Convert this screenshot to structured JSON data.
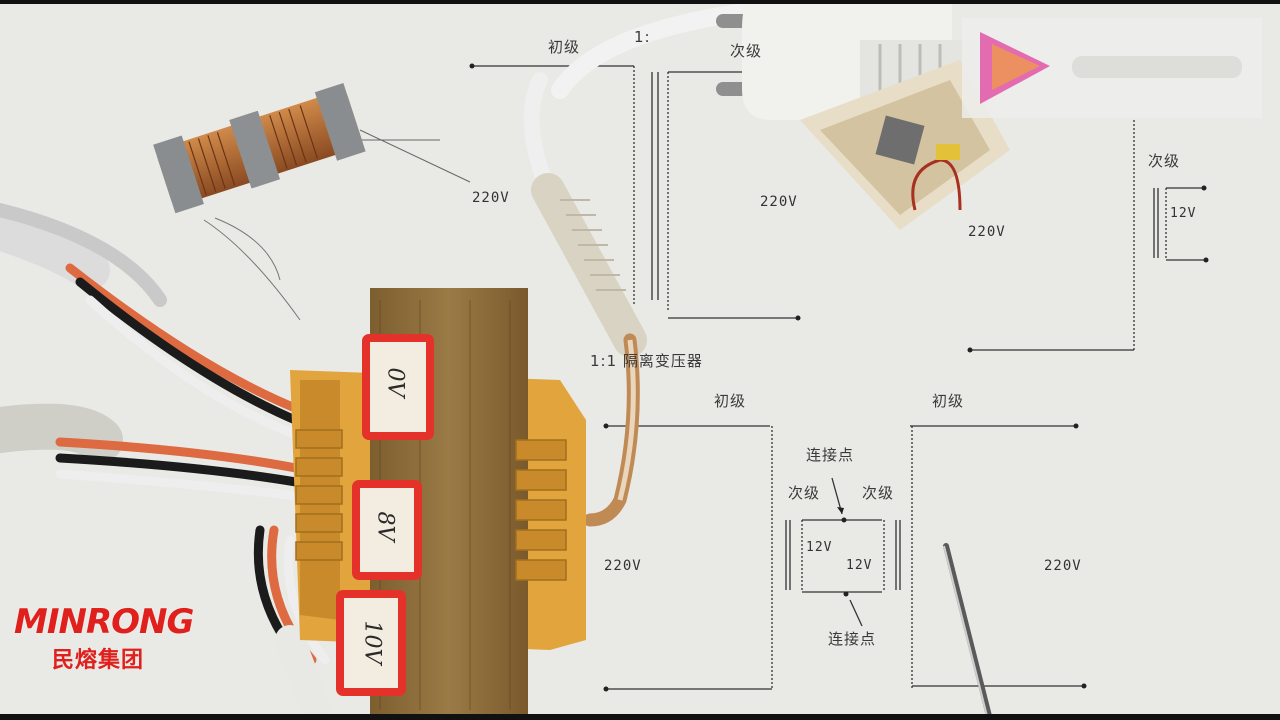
{
  "labels": {
    "top_ratio": "1:",
    "top_primary": "初级",
    "top_secondary": "次级",
    "top_left_voltage": "220V",
    "top_mid_voltage": "220V",
    "top_right_voltage": "220V",
    "isolation_caption": "1:1 隔离变压器",
    "right_secondary": "次级",
    "right_secondary_voltage": "12V",
    "bottom_left_primary": "初级",
    "bottom_right_primary": "初级",
    "connection_top": "连接点",
    "connection_bottom": "连接点",
    "bottom_left_secondary": "次级",
    "bottom_right_secondary": "次级",
    "bottom_left_sec_voltage": "12V",
    "bottom_right_sec_voltage": "12V",
    "bottom_left_voltage": "220V",
    "bottom_right_voltage": "220V"
  },
  "transformer_tags": [
    "0V",
    "8V",
    "10V"
  ],
  "brand": {
    "name_en": "MINRONG",
    "name_zh": "民熔集团"
  },
  "colors": {
    "brand_red": "#e0201c",
    "paper": "#e9e9e6",
    "ink": "#333333",
    "copper": "#b86a35",
    "transformer_body": "#8a6a3a",
    "bobbin": "#e0a63a"
  },
  "icons": [
    "play-logo-icon"
  ]
}
